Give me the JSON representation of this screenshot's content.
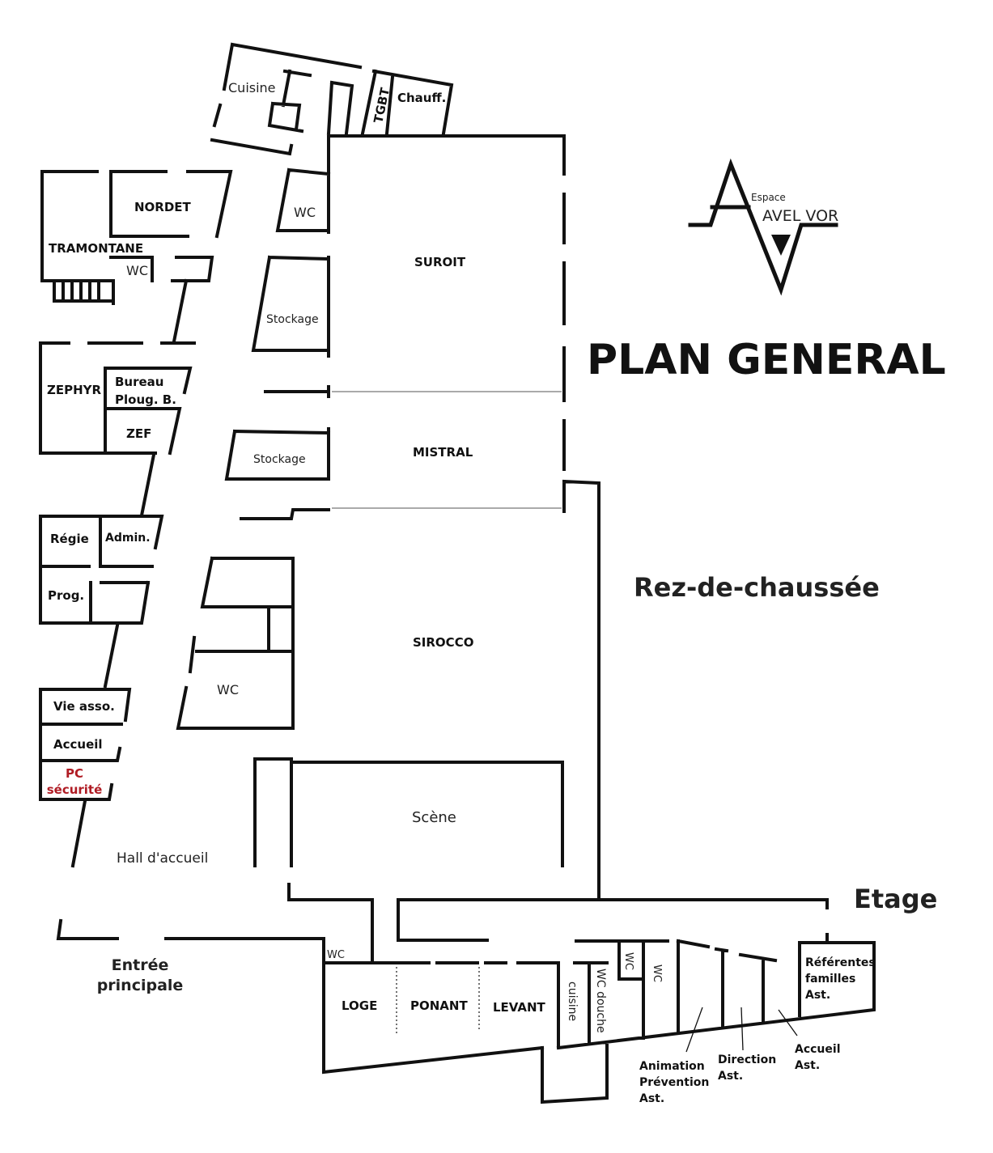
{
  "title": "PLAN GENERAL",
  "levels": {
    "ground": "Rez-de-chaussée",
    "upper": "Etage"
  },
  "logo": {
    "small": "Espace",
    "name": "AVEL VOR"
  },
  "entrance": [
    "Entrée",
    "principale"
  ],
  "rooms": {
    "cuisine": "Cuisine",
    "tgbt": "TGBT",
    "chauff": "Chauff.",
    "nordet": "NORDET",
    "tramontane": "TRAMONTANE",
    "wc": "WC",
    "suroit": "SUROIT",
    "stockage": "Stockage",
    "zephyr": "ZEPHYR",
    "bureau": [
      "Bureau",
      "Ploug. B."
    ],
    "zef": "ZEF",
    "mistral": "MISTRAL",
    "regie": "Régie",
    "admin": "Admin.",
    "prog": "Prog.",
    "sirocco": "SIROCCO",
    "vie_asso": "Vie asso.",
    "accueil": "Accueil",
    "pc_securite": [
      "PC",
      "sécurité"
    ],
    "scene": "Scène",
    "hall": "Hall d'accueil",
    "loge": "LOGE",
    "ponant": "PONANT",
    "levant": "LEVANT",
    "cuisine_small": "cuisine",
    "wc_douche": "WC douche",
    "referentes": [
      "Référentes",
      "familles",
      "Ast."
    ],
    "animation": [
      "Animation",
      "Prévention",
      "Ast."
    ],
    "direction": [
      "Direction",
      "Ast."
    ],
    "accueil_ast": [
      "Accueil",
      "Ast."
    ]
  },
  "colors": {
    "security": "#b01c24"
  }
}
